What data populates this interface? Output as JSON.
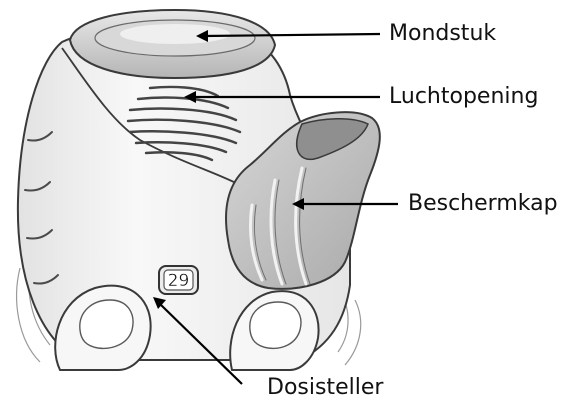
{
  "labels": {
    "mouthpiece": "Mondstuk",
    "air_opening": "Luchtopening",
    "protective_cap": "Beschermkap",
    "dose_counter": "Dosisteller"
  },
  "dose_counter_value": "29",
  "colors": {
    "body": "#f4f4f4",
    "outline": "#3a3a3a",
    "cap": "#bdbdbd",
    "mouthpiece": "#cfcfcf",
    "skin": "#f7f7f7"
  }
}
